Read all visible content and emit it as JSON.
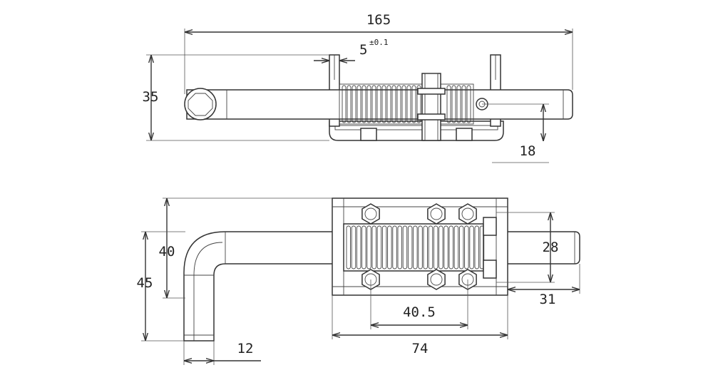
{
  "drawing": {
    "top_view": {
      "overall_length": "165",
      "slot_width": "5",
      "slot_tolerance": "±0.1",
      "height": "35",
      "pin_height": "18"
    },
    "bottom_view": {
      "handle_height": "40",
      "overall_height": "45",
      "handle_width": "12",
      "spring_width": "28",
      "hole_spacing": "40.5",
      "body_length": "74",
      "pin_extension": "31"
    }
  }
}
